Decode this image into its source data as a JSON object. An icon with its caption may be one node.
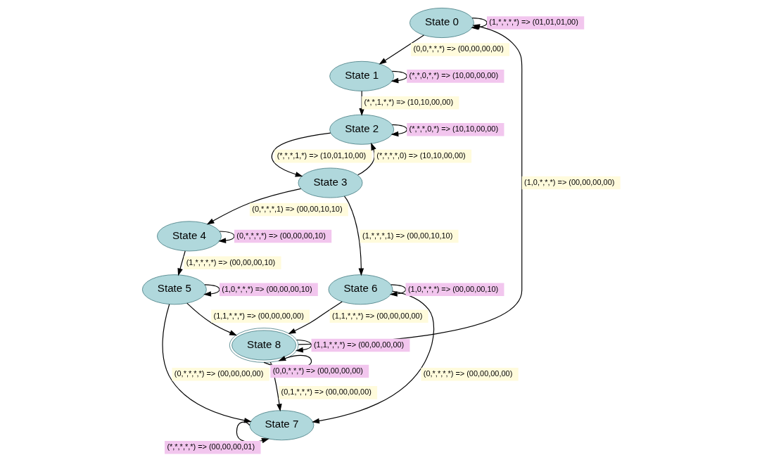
{
  "diagram": {
    "nodes": [
      {
        "text": [
          "State 0"
        ]
      },
      {
        "text": [
          "State 1"
        ]
      },
      {
        "text": [
          "State 2"
        ]
      },
      {
        "text": [
          "State 5"
        ]
      },
      {
        "text": [
          "State 4"
        ]
      },
      {
        "text": [
          "State 3"
        ]
      },
      {
        "text": [
          "State 7"
        ]
      },
      {
        "text": [
          "State 8"
        ]
      },
      {
        "text": [
          "State 6"
        ]
      }
    ],
    "edges": [
      {
        "from": 0,
        "to": 0,
        "arrow": "to",
        "label": "(1,*,*,*,*) => (01,01,01,00)"
      },
      {
        "from": 0,
        "to": 1,
        "arrow": "to",
        "label": "(0,0,*,*,*) => (00,00,00,00)"
      },
      {
        "from": 1,
        "to": 1,
        "arrow": "to",
        "label": "(*,*,0,*,*) => (10,00,00,00)"
      },
      {
        "from": 1,
        "to": 2,
        "arrow": "to",
        "label": "(*,*,1,*,*) => (10,10,00,00)"
      },
      {
        "from": 2,
        "to": 2,
        "arrow": "to",
        "label": "(*,*,*,0,*) => (10,10,00,00)"
      },
      {
        "from": 2,
        "to": 5,
        "arrow": "to",
        "label": "(*,*,*,1,*) => (10,01,10,00)"
      },
      {
        "from": 5,
        "to": 2,
        "arrow": "to",
        "label": "(*,*,*,*,0) => (10,10,00,00)"
      },
      {
        "from": 5,
        "to": 4,
        "arrow": "to",
        "label": "(0,*,*,*,1) => (00,00,10,10)"
      },
      {
        "from": 5,
        "to": 8,
        "arrow": "to",
        "label": "(1,*,*,*,1) => (00,00,10,10)"
      },
      {
        "from": 4,
        "to": 4,
        "arrow": "to",
        "label": "(0,*,*,*,*) => (00,00,00,10)"
      },
      {
        "from": 4,
        "to": 3,
        "arrow": "to",
        "label": "(1,*,*,*,*) => (00,00,00,10)"
      },
      {
        "from": 3,
        "to": 3,
        "arrow": "to",
        "label": "(1,0,*,*,*) => (00,00,00,10)"
      },
      {
        "from": 3,
        "to": 6,
        "arrow": "to",
        "label": "(0,*,*,*,*) => (00,00,00,00)"
      },
      {
        "from": 3,
        "to": 7,
        "arrow": "to",
        "label": "(1,1,*,*,*) => (00,00,00,00)"
      },
      {
        "from": 6,
        "to": 6,
        "arrow": "to",
        "label": "(*,*,*,*,*) => (00,00,00,01)"
      },
      {
        "from": 7,
        "to": 7,
        "arrow": "to",
        "label": "(1,1,*,*,*) => (00,00,00,00)"
      },
      {
        "from": 7,
        "to": 7,
        "arrow": "to",
        "label": "(0,0,*,*,*) => (00,00,00,00)"
      },
      {
        "from": 7,
        "to": 6,
        "arrow": "to",
        "label": "(0,1,*,*,*) => (00,00,00,00)"
      },
      {
        "from": 7,
        "to": 0,
        "arrow": "to",
        "label": "(1,0,*,*,*) => (00,00,00,00)"
      },
      {
        "from": 8,
        "to": 8,
        "arrow": "to",
        "label": "(1,0,*,*,*) => (00,00,00,10)"
      },
      {
        "from": 8,
        "to": 7,
        "arrow": "to",
        "label": "(1,1,*,*,*) => (00,00,00,00)"
      },
      {
        "from": 8,
        "to": 6,
        "arrow": "to",
        "label": "(0,*,*,*,*) => (00,00,00,00)"
      }
    ]
  }
}
